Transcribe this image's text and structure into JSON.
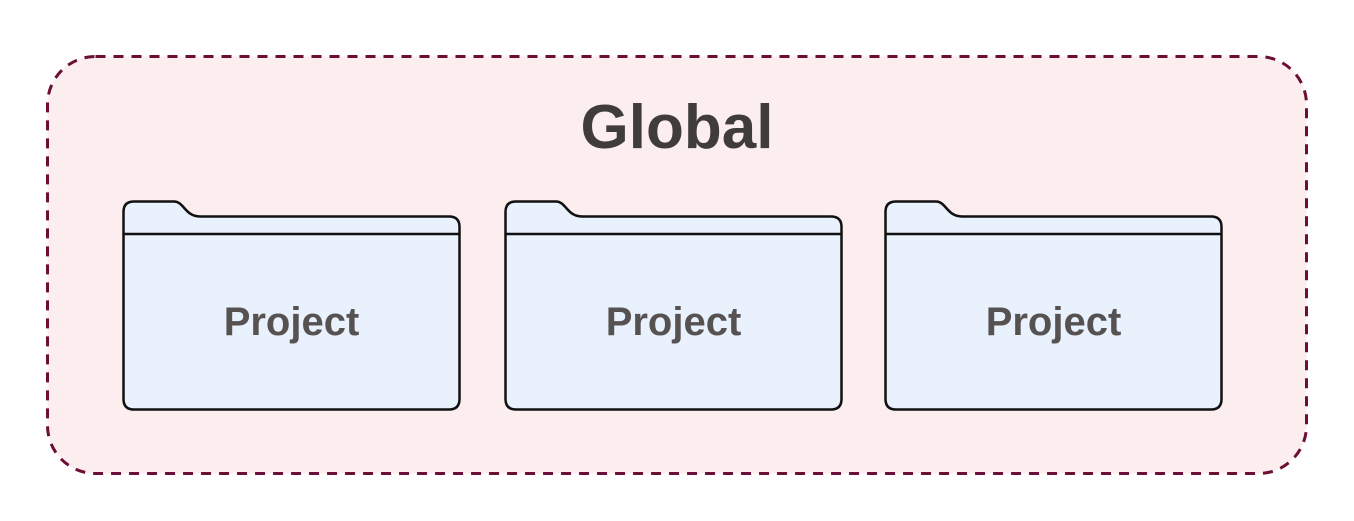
{
  "diagram": {
    "global": {
      "title": "Global"
    },
    "projects": [
      {
        "label": "Project"
      },
      {
        "label": "Project"
      },
      {
        "label": "Project"
      }
    ],
    "colors": {
      "container_fill": "#fceeee",
      "container_border": "#6b0f36",
      "folder_fill": "#e9f1fd",
      "folder_border": "#111111",
      "title_text": "#413c3c",
      "folder_label_text": "#575252"
    }
  }
}
